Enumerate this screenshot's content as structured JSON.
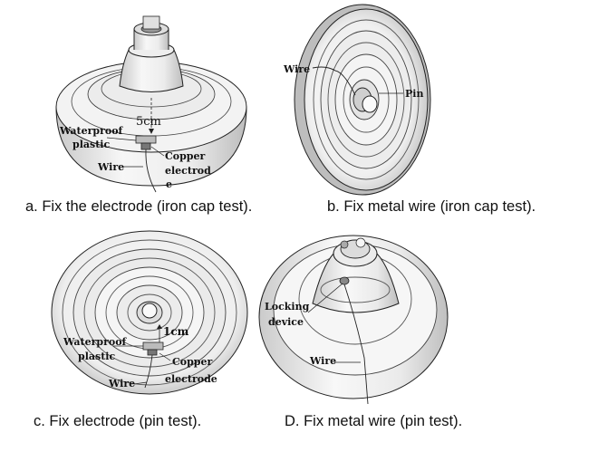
{
  "panels": {
    "a": {
      "caption": "a. Fix the electrode (iron cap test).",
      "labels": {
        "dimension": "5cm",
        "waterproof_line1": "Waterproof",
        "waterproof_line2": "plastic",
        "copper_line1": "Copper",
        "copper_line2": "electrod",
        "copper_line3": "e",
        "wire": "Wire"
      }
    },
    "b": {
      "caption": "b. Fix metal wire (iron cap test).",
      "labels": {
        "wire": "Wire",
        "pin": "Pin"
      }
    },
    "c": {
      "caption": "c. Fix electrode (pin test).",
      "labels": {
        "dimension": "1cm",
        "waterproof_line1": "Waterproof",
        "waterproof_line2": "plastic",
        "copper_line1": "Copper",
        "copper_line2": "electrode",
        "wire": "Wire"
      }
    },
    "d": {
      "caption": "D. Fix metal wire (pin test).",
      "labels": {
        "locking_line1": "Locking",
        "locking_line2": "device",
        "wire": "Wire"
      }
    }
  },
  "colors": {
    "stroke": "#222222",
    "shade": "#d6d6d6",
    "light": "#f4f4f4",
    "text": "#111111"
  }
}
